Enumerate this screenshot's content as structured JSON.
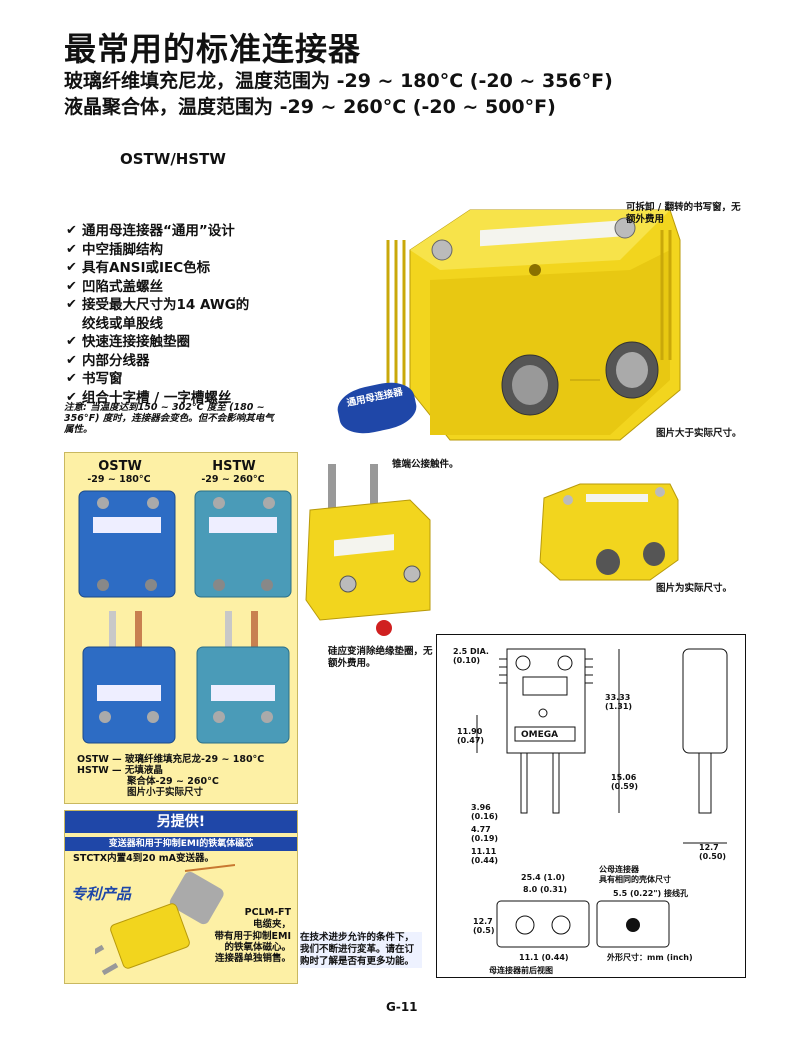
{
  "title": "最常用的标准连接器",
  "subtitle1": "玻璃纤维填充尼龙，温度范围为 -29 ~ 180°C (-20 ~ 356°F)",
  "subtitle2": "液晶聚合体，温度范围为 -29 ~ 260°C (-20 ~ 500°F)",
  "model": "OSTW/HSTW",
  "features": [
    "通用母连接器“通用”设计",
    "中空插脚结构",
    "具有ANSI或IEC色标",
    "凹陷式盖螺丝",
    "接受最大尺寸为14 AWG的",
    "快速连接接触垫圈",
    "内部分线器",
    "书写窗",
    "组合十字槽 / 一字槽螺丝"
  ],
  "feature_cont": "绞线或单股线",
  "note": "注意: 当温度达到150 ~ 302°C 度至 (180 ~ 356°F) 度时，连接器会变色。但不会影响其电气属性。",
  "callouts": {
    "window": "可拆卸 / 翻转的书写窗，无额外费用",
    "badge": "通用母连接器",
    "actual_big": "图片大于实际尺寸。",
    "male_pins": "锥端公接触件。",
    "silicone": "硅应变消除绝缘垫圈，无额外费用。",
    "actual_small": "图片为实际尺寸。"
  },
  "variants": {
    "ostw": {
      "name": "OSTW",
      "range": "-29 ~ 180°C"
    },
    "hstw": {
      "name": "HSTW",
      "range": "-29 ~ 260°C"
    },
    "legend1": "OSTW — 玻璃纤维填充尼龙-29 ~ 180°C",
    "legend2": "HSTW — 无填液晶",
    "legend3": "聚合体-29 ~ 260°C",
    "legend4": "图片小于实际尺寸"
  },
  "promo": {
    "head": "另提供!",
    "bar": "变送器和用于抑制EMI的铁氧体磁芯",
    "stctx": "STCTX内置4到20 mA变送器。",
    "patent": "专利产品",
    "pclm1": "PCLM-FT",
    "pclm2": "电缆夹，",
    "pclm3": "带有用于抑制EMI",
    "pclm4": "的铁氧体磁心。",
    "pclm5": "连接器单独销售。"
  },
  "diagram": {
    "dia": "2.5 DIA.",
    "dia_in": "(0.10)",
    "d1": "11.90",
    "d1_in": "(0.47)",
    "d2": "33.33",
    "d2_in": "(1.31)",
    "d3": "15.06",
    "d3_in": "(0.59)",
    "d4": "3.96",
    "d4_in": "(0.16)",
    "d5": "4.77",
    "d5_in": "(0.19)",
    "d6": "11.11",
    "d6_in": "(0.44)",
    "d7": "12.7",
    "d7_in": "(0.50)",
    "d8": "25.4 (1.0)",
    "d9": "8.0 (0.31)",
    "d10": "12.7",
    "d10_in": "(0.5)",
    "d11": "11.1 (0.44)",
    "female_note1": "公母连接器",
    "female_note2": "具有相同的壳体尺寸",
    "hole": "5.5 (0.22\") 接线孔",
    "front_view": "母连接器前后视图",
    "units": "外形尺寸：mm (inch)",
    "brand": "OMEGA"
  },
  "footer_note": "在技术进步允许的条件下，我们不断进行変革。请在订购时了解是否有更多功能。",
  "page": "G-11"
}
